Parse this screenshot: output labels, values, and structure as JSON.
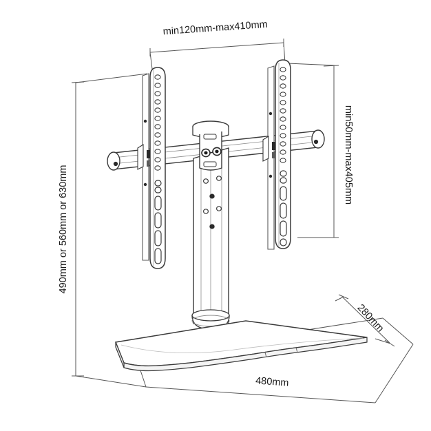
{
  "drawing": {
    "title": "Tabletop TV stand technical dimension drawing",
    "background_color": "#ffffff",
    "line_color": "#3a3a3a",
    "text_color": "#1a1a1a"
  },
  "dimensions": {
    "top_width": {
      "label": "min120mm-max410mm",
      "name": "bracket-spacing-dimension",
      "orientation": "horizontal",
      "rotation_deg": -4
    },
    "right_height": {
      "label": "min50mm-max405mm",
      "name": "bracket-height-dimension",
      "orientation": "vertical",
      "rotation_deg": 90
    },
    "left_height": {
      "label": "490mm or 560mm or 630mm",
      "name": "total-height-dimension",
      "orientation": "vertical",
      "rotation_deg": -90
    },
    "base_width": {
      "label": "480mm",
      "name": "base-width-dimension",
      "orientation": "horizontal",
      "rotation_deg": 4
    },
    "base_depth": {
      "label": "280mm",
      "name": "base-depth-dimension",
      "orientation": "diagonal",
      "rotation_deg": 47
    }
  },
  "parts": {
    "left_bracket": "left-vertical-bracket-arm",
    "right_bracket": "right-vertical-bracket-arm",
    "crossbar": "horizontal-crossbar",
    "column": "center-support-column",
    "column_cap": "column-top-cap",
    "clamp": "tilt-clamp-assembly",
    "base": "tabletop-base-plate",
    "collar": "column-base-collar"
  },
  "bracket_holes": {
    "round_hole_count": 14,
    "slot_count": 7
  }
}
